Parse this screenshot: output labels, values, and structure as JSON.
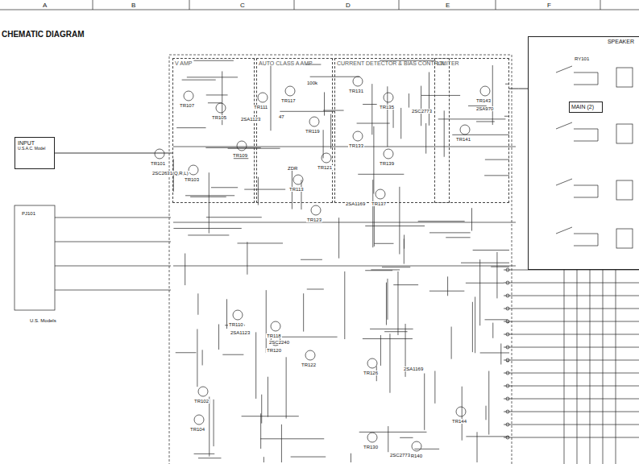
{
  "diagram": {
    "title": "CHEMATIC DIAGRAM",
    "nodes": [
      {
        "text": [
          "INPUT",
          "U.S.A.C. Model"
        ]
      },
      {
        "text": [
          "V AMP"
        ]
      },
      {
        "text": [
          "AUTO CLASS A AMP"
        ]
      },
      {
        "text": [
          "CURRENT DETECTOR & BIAS CONTROL"
        ]
      },
      {
        "text": [
          "LIMITER"
        ]
      },
      {
        "text": [
          "SPEAKER"
        ]
      },
      {
        "text": [
          "MAIN (2)"
        ],
        "in": 5
      }
    ],
    "edges": [
      {
        "from": 0,
        "to": 1,
        "arrow": "none"
      },
      {
        "from": 4,
        "to": 5,
        "arrow": "none"
      }
    ],
    "labels": [
      "A",
      "B",
      "C",
      "D",
      "E",
      "F",
      "TR107",
      "TR105",
      "TR101",
      "TR103",
      "2SC2631(Q,R,L)",
      "TR109",
      "TR111",
      "2SA1123",
      "TR117",
      "TR113",
      "TR119",
      "TR121",
      "TR123",
      "ZDR",
      "TR131",
      "TR133",
      "TR135",
      "TR139",
      "TR141",
      "TR143",
      "2SA970",
      "2SC2773",
      "2SA1169",
      "TR137",
      "RY101",
      "TR102",
      "TR104",
      "TR110",
      "TR118",
      "TR120",
      "TR122",
      "TR126",
      "TR130",
      "TR140",
      "TR144",
      "2SA1123",
      "2SC2240",
      "2SC2773",
      "2SA1169",
      "PJ101",
      "U.S. Models",
      "47",
      "100k"
    ]
  }
}
